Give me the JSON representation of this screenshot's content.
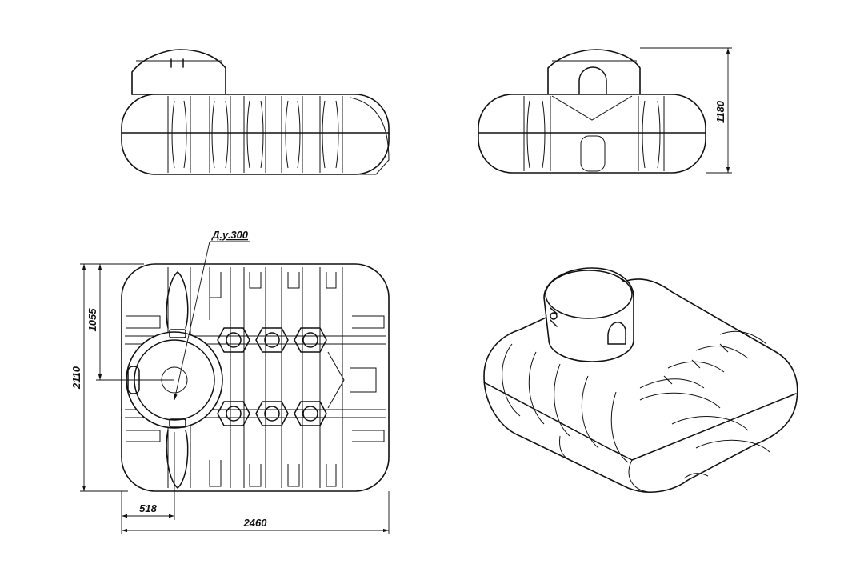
{
  "drawing": {
    "views": {
      "front": "front-view",
      "side": "side-view",
      "top": "top-view",
      "iso": "isometric-view"
    },
    "dimensions": {
      "height": "1180",
      "depth": "2110",
      "hatch_offset": "1055",
      "hatch_x": "518",
      "width": "2460",
      "hatch_diameter": "Д.у.300"
    }
  }
}
